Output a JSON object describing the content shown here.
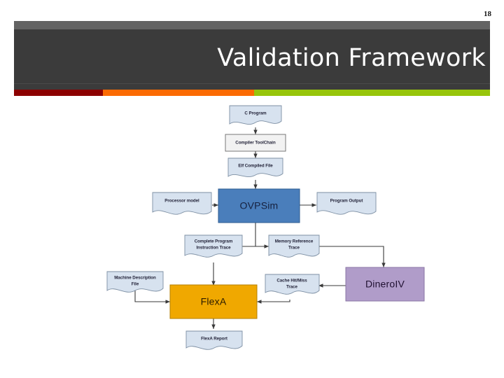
{
  "slide": {
    "number": "18",
    "title": "Validation Framework",
    "title_color": "#ffffff",
    "header_bg": "#3b3b3b",
    "header_strip": "#636363",
    "accent_colors": {
      "red": "#8c0000",
      "orange": "#fb6a02",
      "green": "#97c50b"
    }
  },
  "diagram": {
    "type": "flowchart",
    "nodes": [
      {
        "id": "c-program",
        "label": "C Program",
        "shape": "document",
        "fill": "#d7e2ef"
      },
      {
        "id": "compiler",
        "label": "Compiler ToolChain",
        "shape": "rect",
        "fill": "#f2f2f2"
      },
      {
        "id": "elf",
        "label": "Elf Compiled File",
        "shape": "document",
        "fill": "#d7e2ef"
      },
      {
        "id": "processor-model",
        "label": "Processor model",
        "shape": "document",
        "fill": "#d7e2ef"
      },
      {
        "id": "ovpsim",
        "label": "OVPSim",
        "shape": "rect-big",
        "fill": "#4a7ebb"
      },
      {
        "id": "program-output",
        "label": "Program Output",
        "shape": "document",
        "fill": "#d7e2ef"
      },
      {
        "id": "instr-trace",
        "label": "Complete Program Instruction Trace",
        "shape": "document",
        "fill": "#d7e2ef"
      },
      {
        "id": "mem-trace",
        "label": "Memory Reference Trace",
        "shape": "document",
        "fill": "#d7e2ef"
      },
      {
        "id": "machine-desc",
        "label": "Machine Description File",
        "shape": "document",
        "fill": "#d7e2ef"
      },
      {
        "id": "cache-trace",
        "label": "Cache Hit/Miss Trace",
        "shape": "document",
        "fill": "#d7e2ef"
      },
      {
        "id": "dineroiv",
        "label": "DineroIV",
        "shape": "rect-big",
        "fill": "#b09cc9"
      },
      {
        "id": "flexa",
        "label": "FlexA",
        "shape": "rect-big",
        "fill": "#f0a800"
      },
      {
        "id": "flexa-report",
        "label": "FlexA Report",
        "shape": "document",
        "fill": "#d7e2ef"
      }
    ],
    "node_labels": {
      "c_program": "C Program",
      "compiler": "Compiler ToolChain",
      "elf": "Elf Compiled File",
      "processor_model": "Processor model",
      "ovpsim": "OVPSim",
      "program_output": "Program Output",
      "instr_trace_line1": "Complete Program",
      "instr_trace_line2": "Instruction Trace",
      "mem_trace_line1": "Memory Reference",
      "mem_trace_line2": "Trace",
      "machine_desc_line1": "Machine Description",
      "machine_desc_line2": "File",
      "cache_trace_line1": "Cache Hit/Miss",
      "cache_trace_line2": "Trace",
      "dineroiv": "DineroIV",
      "flexa": "FlexA",
      "flexa_report": "FlexA Report"
    },
    "edges": [
      {
        "from": "c-program",
        "to": "compiler"
      },
      {
        "from": "compiler",
        "to": "elf"
      },
      {
        "from": "elf",
        "to": "ovpsim"
      },
      {
        "from": "processor-model",
        "to": "ovpsim"
      },
      {
        "from": "ovpsim",
        "to": "program-output"
      },
      {
        "from": "ovpsim",
        "to": "instr-trace"
      },
      {
        "from": "ovpsim",
        "to": "mem-trace"
      },
      {
        "from": "mem-trace",
        "to": "dineroiv"
      },
      {
        "from": "dineroiv",
        "to": "cache-trace"
      },
      {
        "from": "instr-trace",
        "to": "flexa"
      },
      {
        "from": "machine-desc",
        "to": "flexa"
      },
      {
        "from": "cache-trace",
        "to": "flexa"
      },
      {
        "from": "flexa",
        "to": "flexa-report"
      }
    ]
  }
}
